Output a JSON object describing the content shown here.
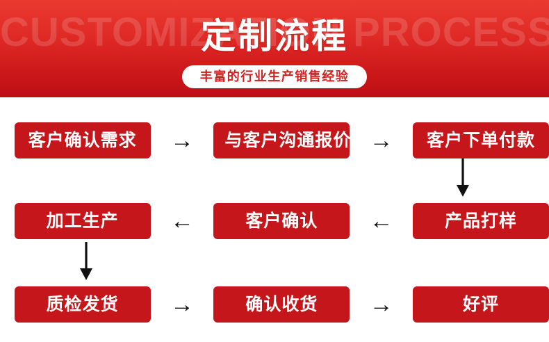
{
  "banner": {
    "watermark": "CUSTOMIZATION PROCESS",
    "title": "定制流程",
    "badge": "丰富的行业生产销售经验",
    "gradient_top": "#ea3a30",
    "gradient_bottom": "#bd0e14",
    "title_color": "#ffffff",
    "badge_bg": "#ffffff",
    "badge_color": "#d3201e"
  },
  "flow": {
    "box_color": "#c5161b",
    "box_text_color": "#ffffff",
    "arrow_color": "#111111",
    "rows": [
      {
        "direction": "right",
        "arrow_glyph": "→",
        "steps": [
          {
            "label": "客户确认需求"
          },
          {
            "label": "与客户沟通报价"
          },
          {
            "label": "客户下单付款"
          }
        ]
      },
      {
        "direction": "left",
        "arrow_glyph": "←",
        "steps": [
          {
            "label": "加工生产"
          },
          {
            "label": "客户确认"
          },
          {
            "label": "产品打样"
          }
        ]
      },
      {
        "direction": "right",
        "arrow_glyph": "→",
        "steps": [
          {
            "label": "质检发货"
          },
          {
            "label": "确认收货"
          },
          {
            "label": "好评"
          }
        ]
      }
    ],
    "connectors": [
      {
        "name": "down-arrow-right-column",
        "glyph": "↓",
        "from": "客户下单付款",
        "to": "产品打样"
      },
      {
        "name": "down-arrow-left-column",
        "glyph": "↓",
        "from": "加工生产",
        "to": "质检发货"
      }
    ]
  }
}
